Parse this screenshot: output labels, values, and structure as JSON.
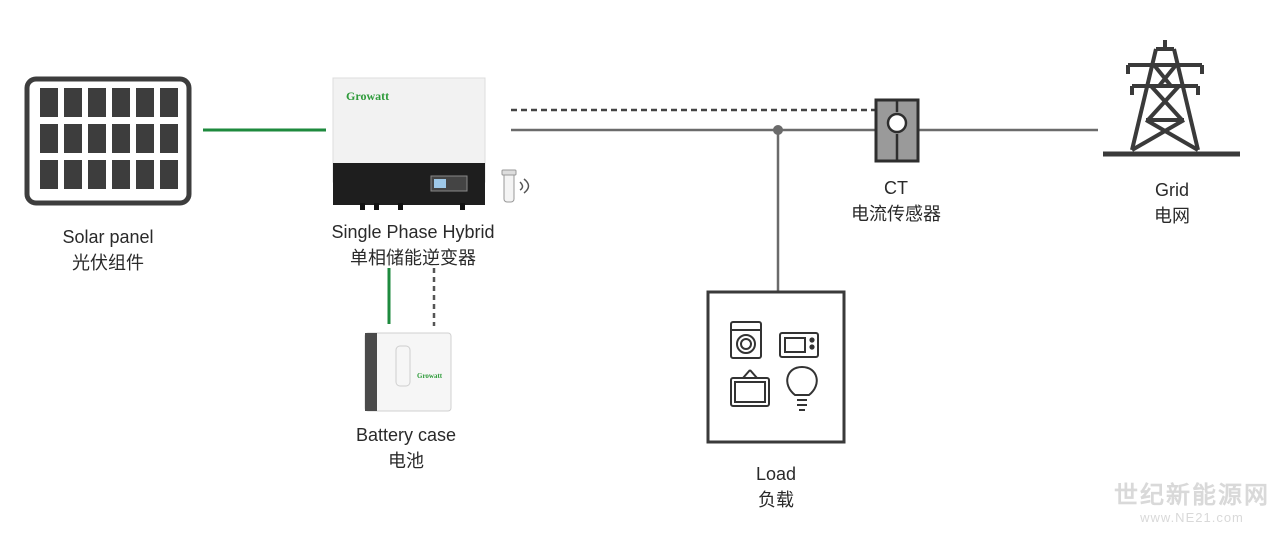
{
  "colors": {
    "dc_line": "#1e8a3e",
    "ac_line": "#6b6b6b",
    "brand_green": "#2e9b3a"
  },
  "inverter": {
    "brand": "Growatt",
    "label_en": "Single Phase Hybrid",
    "label_cn": "单相储能逆变器"
  },
  "solar": {
    "label_en": "Solar panel",
    "label_cn": "光伏组件",
    "icon": "solar-panel-icon"
  },
  "battery": {
    "brand": "Growatt",
    "label_en": "Battery case",
    "label_cn": "电池",
    "icon": "battery-icon"
  },
  "ct": {
    "label_en": "CT",
    "label_cn": "电流传感器",
    "icon": "ct-sensor-icon"
  },
  "grid": {
    "label_en": "Grid",
    "label_cn": "电网",
    "icon": "power-tower-icon"
  },
  "load": {
    "label_en": "Load",
    "label_cn": "负载",
    "appliances": [
      "washing-machine-icon",
      "microwave-icon",
      "tv-icon",
      "light-bulb-icon"
    ]
  },
  "watermark": {
    "line1": "世纪新能源网",
    "line2": "www.NE21.com"
  }
}
